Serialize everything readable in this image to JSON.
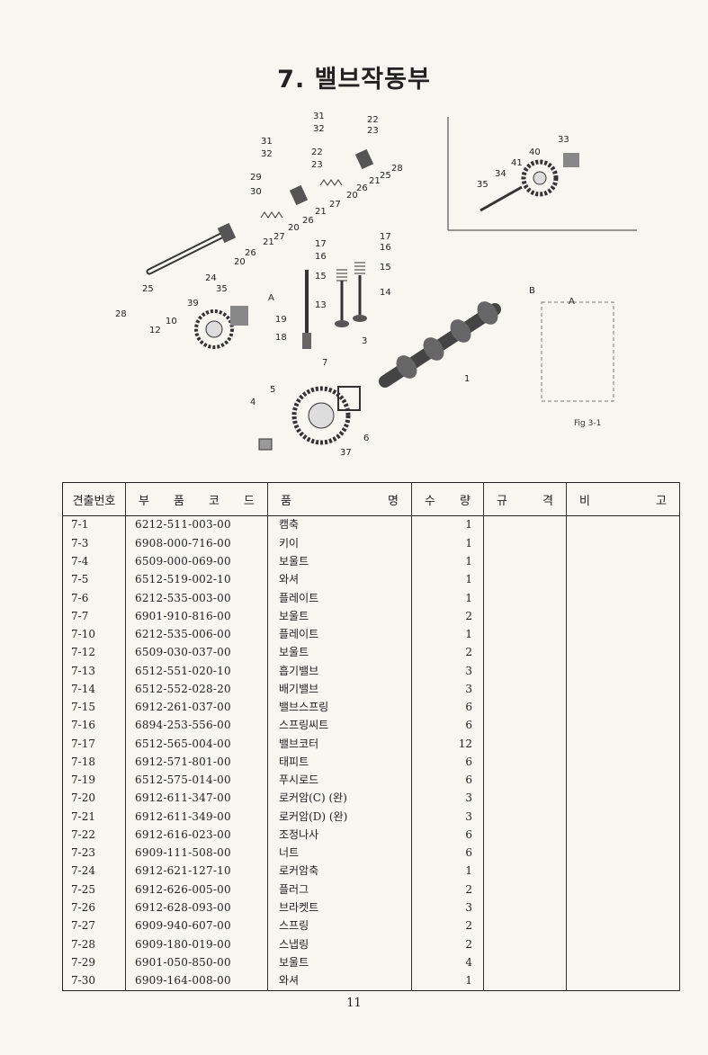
{
  "title": "7. 밸브작동부",
  "figure": {
    "caption": "Fig 3-1",
    "callouts": [
      "31",
      "32",
      "22",
      "23",
      "28",
      "25",
      "21",
      "26",
      "20",
      "27",
      "29",
      "30",
      "24",
      "35",
      "39",
      "10",
      "12",
      "17",
      "16",
      "15",
      "14",
      "13",
      "19",
      "18",
      "3",
      "1",
      "7",
      "4",
      "5",
      "6",
      "37",
      "33",
      "40",
      "41",
      "34",
      "35",
      "B",
      "A",
      "A"
    ]
  },
  "table": {
    "headers": {
      "no": "견출번호",
      "code": [
        "부",
        "품",
        "코",
        "드"
      ],
      "name": [
        "품",
        "명"
      ],
      "qty": [
        "수",
        "량"
      ],
      "spec": [
        "규",
        "격"
      ],
      "remarks": [
        "비",
        "고"
      ]
    },
    "rows": [
      {
        "no": "7-1",
        "code": "6212-511-003-00",
        "name": "캠축",
        "qty": "1"
      },
      {
        "no": "7-3",
        "code": "6908-000-716-00",
        "name": "키이",
        "qty": "1"
      },
      {
        "no": "7-4",
        "code": "6509-000-069-00",
        "name": "보울트",
        "qty": "1"
      },
      {
        "no": "7-5",
        "code": "6512-519-002-10",
        "name": "와셔",
        "qty": "1"
      },
      {
        "no": "7-6",
        "code": "6212-535-003-00",
        "name": "플레이트",
        "qty": "1"
      },
      {
        "no": "7-7",
        "code": "6901-910-816-00",
        "name": "보울트",
        "qty": "2"
      },
      {
        "no": "7-10",
        "code": "6212-535-006-00",
        "name": "플레이트",
        "qty": "1"
      },
      {
        "no": "7-12",
        "code": "6509-030-037-00",
        "name": "보울트",
        "qty": "2"
      },
      {
        "no": "7-13",
        "code": "6512-551-020-10",
        "name": "흡기밸브",
        "qty": "3"
      },
      {
        "no": "7-14",
        "code": "6512-552-028-20",
        "name": "배기밸브",
        "qty": "3"
      },
      {
        "no": "7-15",
        "code": "6912-261-037-00",
        "name": "밸브스프링",
        "qty": "6"
      },
      {
        "no": "7-16",
        "code": "6894-253-556-00",
        "name": "스프링씨트",
        "qty": "6"
      },
      {
        "no": "7-17",
        "code": "6512-565-004-00",
        "name": "밸브코터",
        "qty": "12"
      },
      {
        "no": "7-18",
        "code": "6912-571-801-00",
        "name": "태피트",
        "qty": "6"
      },
      {
        "no": "7-19",
        "code": "6512-575-014-00",
        "name": "푸시로드",
        "qty": "6"
      },
      {
        "no": "7-20",
        "code": "6912-611-347-00",
        "name": "로커암(C)  (완)",
        "qty": "3"
      },
      {
        "no": "7-21",
        "code": "6912-611-349-00",
        "name": "로커암(D)  (완)",
        "qty": "3"
      },
      {
        "no": "7-22",
        "code": "6912-616-023-00",
        "name": "조정나사",
        "qty": "6"
      },
      {
        "no": "7-23",
        "code": "6909-111-508-00",
        "name": "너트",
        "qty": "6"
      },
      {
        "no": "7-24",
        "code": "6912-621-127-10",
        "name": "로커암축",
        "qty": "1"
      },
      {
        "no": "7-25",
        "code": "6912-626-005-00",
        "name": "플러그",
        "qty": "2"
      },
      {
        "no": "7-26",
        "code": "6912-628-093-00",
        "name": "브라켓트",
        "qty": "3"
      },
      {
        "no": "7-27",
        "code": "6909-940-607-00",
        "name": "스프링",
        "qty": "2"
      },
      {
        "no": "7-28",
        "code": "6909-180-019-00",
        "name": "스냅링",
        "qty": "2"
      },
      {
        "no": "7-29",
        "code": "6901-050-850-00",
        "name": "보울트",
        "qty": "4"
      },
      {
        "no": "7-30",
        "code": "6909-164-008-00",
        "name": "와셔",
        "qty": "1"
      }
    ]
  },
  "page_number": "11"
}
